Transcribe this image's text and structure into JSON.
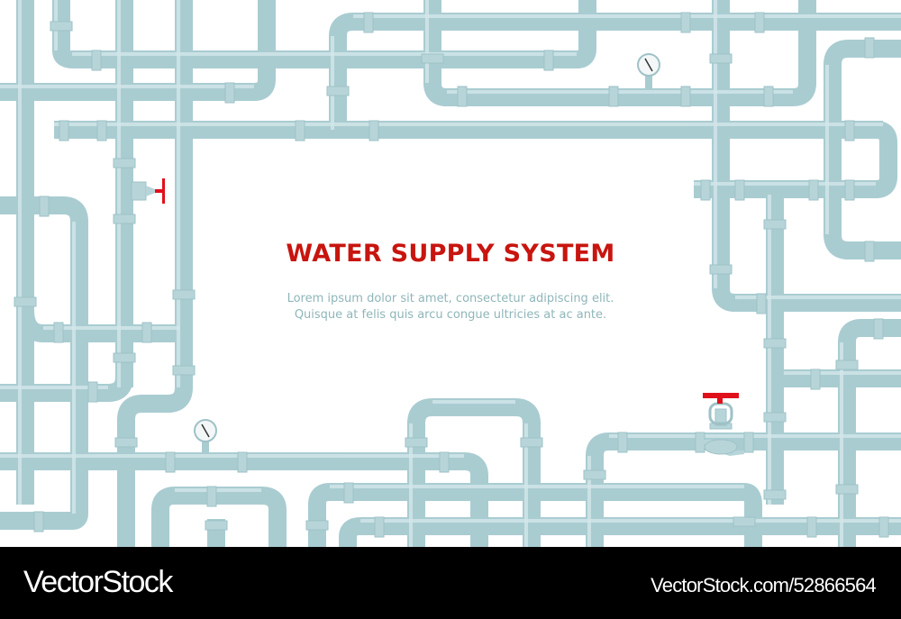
{
  "poster": {
    "title": "WATER SUPPLY SYSTEM",
    "subtitle_line1": "Lorem ipsum dolor sit amet, consectetur adipiscing elit.",
    "subtitle_line2": "Quisque at felis quis arcu congue ultricies at ac ante.",
    "colors": {
      "title": "#c8150f",
      "subtitle": "#8fb6b9",
      "pipe": "#a9ccd1",
      "pipe_light": "#cfe4e7",
      "pipe_dark": "#8db5bb",
      "valve_handle": "#e0101b",
      "background": "#ffffff"
    },
    "icons": [
      "pressure-gauge-icon",
      "pressure-gauge-icon",
      "red-valve-icon",
      "red-side-valve-icon"
    ]
  },
  "footer": {
    "brand": "VectorStock",
    "url": "VectorStock.com/52866564"
  }
}
